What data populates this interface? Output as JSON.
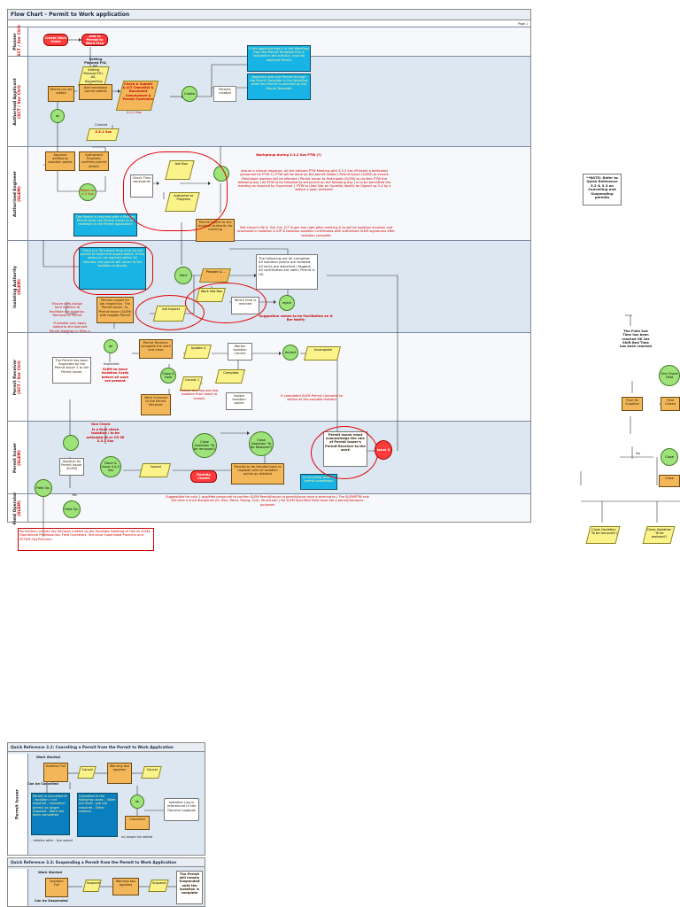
{
  "main": {
    "title": "Flow Chart - Permit to Work application",
    "page_marker": "Page 1",
    "lanes": [
      {
        "name": "Planner",
        "sub": "(SCT / Snr Ctrl)"
      },
      {
        "name": "Authorised Applicant",
        "sub": "(SCT / Snr Ctrl)"
      },
      {
        "name": "Authorised Engineer",
        "sub": "(SLEM)"
      },
      {
        "name": "Isolating Authority",
        "sub": "(SLEM)"
      },
      {
        "name": "Permit Receiver",
        "sub": "(SCT / Snr Ctrl)"
      },
      {
        "name": "Permit Issuer",
        "sub": "(SLEM)"
      },
      {
        "name": "Field Operator",
        "sub": "(SLEM)"
      }
    ],
    "planner": {
      "start": "Create Work Order",
      "add": "Add to Permit to Work Plan"
    },
    "applicant": {
      "status": "Setting Planned FIU, AS, Supporting Dept",
      "permit_to_be_added": "Permit can be added",
      "necessary": "Add necessary permit details",
      "check": "Check & Submit & JCT Checklist & Document Conveyance & Permit Controller",
      "date": "3.3.1 Sos",
      "create": "Create",
      "permits_created": "Permits created",
      "info1": "If the applicant add it in the Workflow from the Permit Template this is included in the activity / and the selected Permit",
      "info2": "Applicant add new Permit through the Permit Template in the Workflow when the Permit is selected by the Permit Template",
      "ok": "ok",
      "created": "Created",
      "created_ref": "3.3.1 Sos",
      "green_ref": "3.3.1 Sos"
    },
    "engineer": {
      "approve": "Approve additional isolation points",
      "auth_eng": "Authorised Engineer confirms permit details",
      "reject": "Reject on 4.2 Sos",
      "check_time": "Check Time constraints",
      "ask_box": "Ask Box",
      "authorise": "Authorise to Progress",
      "permits_moved": "Permit moved to the Isolation Authority for checking",
      "cyan": "The Permit is returned with a Planner Permit when the Permit needs to be reviewed in the Permit application",
      "meeting_note": "Workgroup during 3.3.2 Sos PTW (?)",
      "red_notes": "Assure a clinical response. All the advised PTW Meeting with 3.3.2 Sos (Printed) a dedicated personnel for PTW 3 | PTW will be done by the permit holder | Permit Issuer (SLEM) to ensure Field/plant workers will be affected | Permit Issuer to Participate (SLEM) to confirm PTW the following day | All PTW to be followed as set permit on the following day | Is to be permitted the meeting as required by Supervisor | 'PTW to (Add Sjör on Opnella) Ideally be Signed up 3-4 by a before a open methods'",
      "red_notes2": "Site should t Bk It, Snk-Cor, JCT Super has right after meeting & to will be Isolation duration and processed in Isolation & IUP & Isolation Isolation Certificates with authorised SLEM signatures after Isolation complete"
    },
    "isolating": {
      "cyan": "There is a 30 minute time limit for the permit to reach the issued status. If this status is not reached within 30 minutes, the permit will return to the Isolation Authority",
      "start": "Start",
      "prepare": "Prepare & ...",
      "requirements": "The following are all complete: All isolation points are isolated; All locks are attached / tagged; All certificates are valid; Permit is OK",
      "confirm": "Confirm isolation details",
      "work_not_box": "Work Not Box",
      "which_time": "Which time is reached",
      "reject": "reject",
      "permits_copies": "Permits copies for Job Inspection. The Permit issuer, IA, Permit Issuer (SLEM) with Isogate Permit",
      "job_inspect": "Job Inspect",
      "red1": "Ensure a Re-Assign from Safeline to Facilitate the Isolation-Removal of Permit",
      "red2": "If needed only Apply added to the planned Permit Isolation in Mhm a Sect",
      "red3": "Suggestion comes to be Facilitation on it Ber Notify"
    },
    "receiver": {
      "ok": "ok",
      "complete": "Permit Receiver complete the work and close",
      "update": "Update 4",
      "worker": "Worker Isolation Correct",
      "accept": "Accept",
      "incomplete": "Incomplete",
      "permit_issuer_box": "The Permit has been Inspected by the Permit Issuer 1 to the Permit Issuer",
      "inspected": "Inspected",
      "red_inspect": "SLEM to issue Isolation Cards before all work are present",
      "close_d": "Close & Hold",
      "complete_d": "Complete",
      "cannot": "Cannot 1",
      "isolate": "Isolate Isolation points",
      "issued_to": "Work is Issued to the Permit Receiver",
      "red_rec": "Ensure any request that Isolation from leave to comply",
      "red_rec2": "If completed SLEM Permit Controller to advise all the possible Isolated"
    },
    "issuer": {
      "one_check": "One Check",
      "red_note": "Is a Dual check Isolation / to be activated IA or CG SE 3.3.1 Sos",
      "approve": "Approve by Permit Issuer (SLEM)",
      "done_issue": "Done & Issue 4.4.4 Sos",
      "issued": "Issued",
      "close_isolation": "Close (Isolation 'To be removed')",
      "close2": "Close (Isolation 'To be Restored')",
      "permit_closed": "Permits Closed",
      "handback": "Permits to be Handed back to Logbook with all isolation points as detailed",
      "cyan": "Is cancelled prior to permit completion",
      "acknowledge": "Permit Issuer must acknowledge the role of Permit Issuer's Permit Receiver to the work",
      "issue": "Issue 5"
    },
    "fieldop": {
      "c1": "Field Op.",
      "c2": "Field Op.",
      "red_note": "Suggestible for only 1 qualified personnel to confirm SLEM Permit/Issuer to permit/issue once a warning to | The SLEM/PTW role the time a once disciplines (ie. Elec, Mech, Piping, Civil, Structural) | No SLEM Specified Field issue are a permit/issuance purposes"
    },
    "footer_note": "Permit/only include key decision makers to see Facilitate Isolating of Ops as SLEM, Operational Professionals, Field Operators, Technical Supervised Planners and SCTEM Opt Planners",
    "footer_title": "Permit Issuer",
    "labels": {
      "yes": "Yes",
      "no": "No"
    }
  },
  "right_panel": {
    "note": "**NOTE: Refer to Quick Reference 3.2 & 3.3 on Cancelling and Suspending permits",
    "field_time": "The Field Sub Time has been reached OK the Shift Bed Time has been reached",
    "one_check": "One Check Field",
    "final_bk": "Final Bk Supplied",
    "red_link": "Field Closed",
    "close": "Close",
    "close2": "Close",
    "no": "No",
    "close_iso": "Close (Isolation 'To be removed')",
    "close_iso2": "Close (Isolation 'To be restored')"
  },
  "qr1": {
    "title": "Quick Reference 3.2: Cancelling a Permit from the Permit to Work Application",
    "lane": "Permit Issuer",
    "start": "Work Started",
    "cancel_before": "Can be Cancelled",
    "isolation": "Isolation Full",
    "cancel_d": "Cancel",
    "cancel_d2": "Cancel",
    "warning": "Warning box appears",
    "ok": "ok",
    "cancelled": "Cancelled",
    "no_longer": "no longer be edited",
    "logbook": "Isolation Log is referenced in the General Logbook",
    "cyan1": "Permit is Cancelled if: - Isolation / not required - cancelled - permit no longer required - Work has been completed",
    "cyan2": "Cancelled in the following cases: - Work not Start - Job not required - Other reasons",
    "deletes": "- deletes after - Are saved"
  },
  "qr2": {
    "title": "Quick Reference 3.3: Suspending a Permit from the Permit to Work Application",
    "start": "Work Started",
    "full": "Isolation Full",
    "suspend_d": "Suspend",
    "warning": "Warning box appears",
    "suspend_d2": "Suspend",
    "permit_note": "The Permit will remain 'Suspended' until the Isolation is complete",
    "can_be": "Can be Suspended"
  },
  "colors": {
    "lane_shade": "#dde7f1",
    "process": "#f3b75a",
    "decision": "#fbf38a",
    "connector": "#9ee27a",
    "terminator": "#ff3b3b",
    "info": "#19b4e6",
    "annotation": "#d00000"
  }
}
